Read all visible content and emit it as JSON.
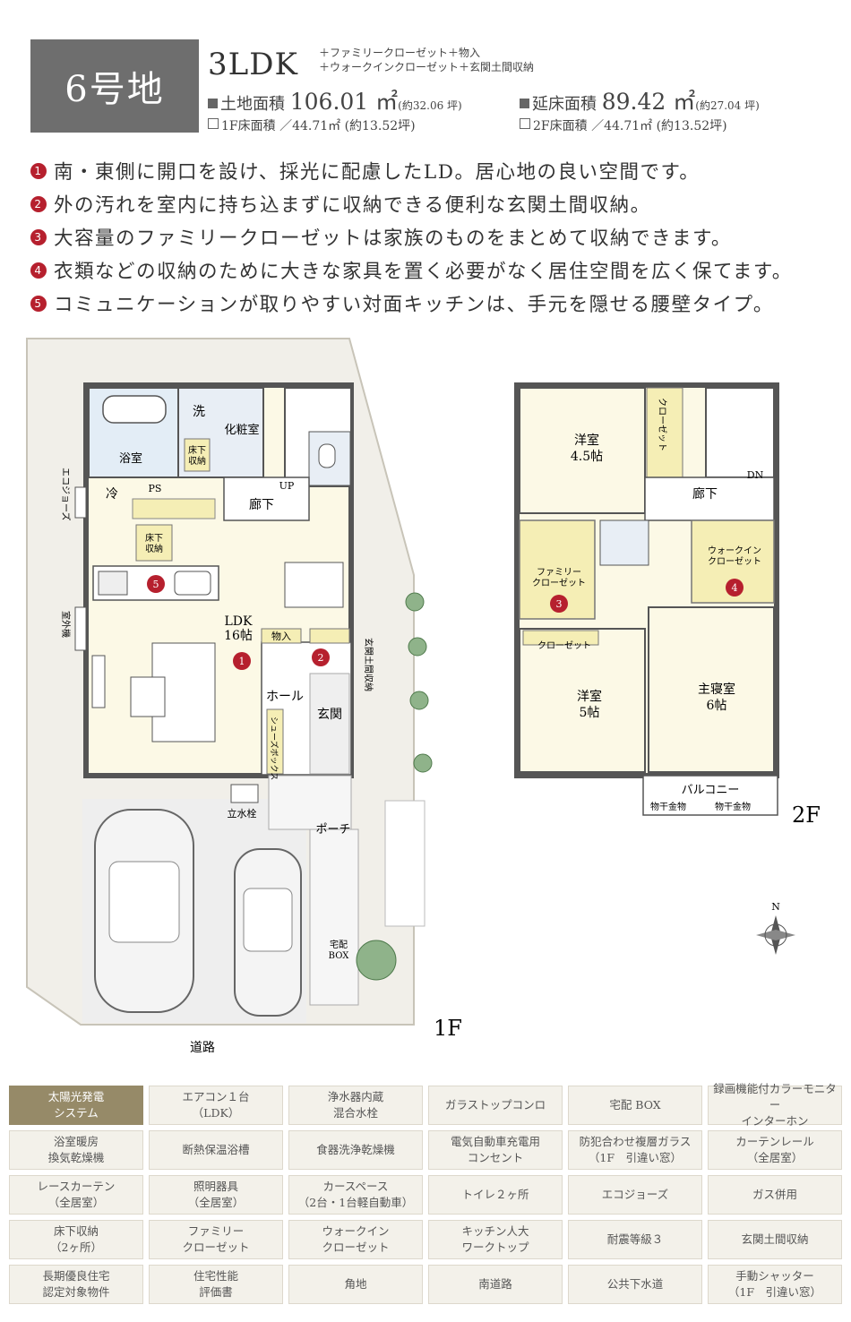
{
  "header": {
    "lot": "6号地",
    "layout": "3LDK",
    "extras_line1": "＋ファミリークローゼット＋物入",
    "extras_line2": "＋ウォークインクローゼット＋玄関土間収納",
    "land_label": "土地面積",
    "land_value": "106.01 ㎡",
    "land_tsubo": "(約32.06 坪)",
    "floor_label": "延床面積",
    "floor_value": "89.42 ㎡",
    "floor_tsubo": "(約27.04 坪)",
    "f1_area": "1F床面積 ／44.71㎡ (約13.52坪)",
    "f2_area": "2F床面積 ／44.71㎡ (約13.52坪)"
  },
  "points": [
    {
      "n": "1",
      "text": "南・東側に開口を設け、採光に配慮したLD。居心地の良い空間です。"
    },
    {
      "n": "2",
      "text": "外の汚れを室内に持ち込まずに収納できる便利な玄関土間収納。"
    },
    {
      "n": "3",
      "text": "大容量のファミリークローゼットは家族のものをまとめて収納できます。"
    },
    {
      "n": "4",
      "text": "衣類などの収納のために大きな家具を置く必要がなく居住空間を広く保てます。"
    },
    {
      "n": "5",
      "text": "コミュニケーションが取りやすい対面キッチンは、手元を隠せる腰壁タイプ。"
    }
  ],
  "plan1f": {
    "floor": "1F",
    "bath": "浴室",
    "wash": "洗",
    "powder": "化粧室",
    "under_storage_a": "床下\n収納",
    "fridge": "冷",
    "ps": "PS",
    "up": "UP",
    "corridor": "廊下",
    "ecojoes": "エコジョーズ",
    "outdoor_unit": "室外機",
    "under_storage_b": "床下\n収納",
    "ldk": "LDK",
    "ldk_size": "16帖",
    "storage": "物入",
    "genkan_storage": "玄関土間収納",
    "hall": "ホール",
    "entrance": "玄関",
    "shoebox": "シューズボックス",
    "faucet": "立水栓",
    "porch": "ポーチ",
    "delivery": "宅配\nBOX",
    "road": "道路",
    "markers": [
      "1",
      "2",
      "5"
    ]
  },
  "plan2f": {
    "floor": "2F",
    "room1": "洋室",
    "room1_size": "4.5帖",
    "closet_v": "クローゼット",
    "dn": "DN",
    "corridor": "廊下",
    "family_closet": "ファミリー\nクローゼット",
    "walkin": "ウォークイン\nクローゼット",
    "closet_h": "クローゼット",
    "room2": "洋室",
    "room2_size": "5帖",
    "master": "主寝室",
    "master_size": "6帖",
    "balcony": "バルコニー",
    "hanger_a": "物干金物",
    "hanger_b": "物干金物",
    "compass": "N",
    "markers": [
      "3",
      "4"
    ]
  },
  "equipment": [
    "太陽光発電\nシステム",
    "エアコン１台\n（LDK）",
    "浄水器内蔵\n混合水栓",
    "ガラストップコンロ",
    "宅配 BOX",
    "録画機能付カラーモニター\nインターホン",
    "浴室暖房\n換気乾燥機",
    "断熱保温浴槽",
    "食器洗浄乾燥機",
    "電気自動車充電用\nコンセント",
    "防犯合わせ複層ガラス\n（1F　引違い窓）",
    "カーテンレール\n（全居室）",
    "レースカーテン\n（全居室）",
    "照明器具\n（全居室）",
    "カースペース\n（2台・1台軽自動車）",
    "トイレ２ヶ所",
    "エコジョーズ",
    "ガス併用",
    "床下収納\n（2ヶ所）",
    "ファミリー\nクローゼット",
    "ウォークイン\nクローゼット",
    "キッチン人大\nワークトップ",
    "耐震等級３",
    "玄関土間収納",
    "長期優良住宅\n認定対象物件",
    "住宅性能\n評価書",
    "角地",
    "南道路",
    "公共下水道",
    "手動シャッター\n（1F　引違い窓）"
  ],
  "colors": {
    "badge": "#6e6e6e",
    "marker": "#b6202e",
    "highlight": "#968a68",
    "room": "#fcf9e6",
    "storage": "#f5eeb5"
  }
}
